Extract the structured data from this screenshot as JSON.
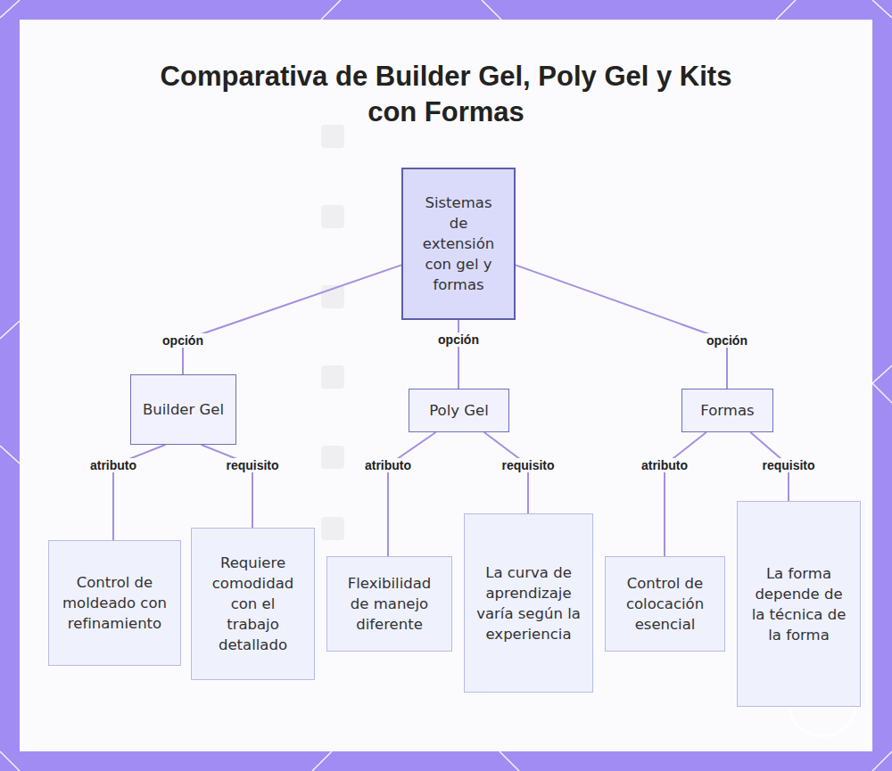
{
  "diagram": {
    "title": "Comparativa de Builder Gel, Poly Gel y Kits con Formas",
    "nodes": [
      {
        "text": [
          "Sistemas de extensión con gel y formas"
        ]
      },
      {
        "text": [
          "Builder Gel"
        ]
      },
      {
        "text": [
          "Poly Gel"
        ]
      },
      {
        "text": [
          "Formas"
        ]
      },
      {
        "text": [
          "Control de moldeado con refinamiento"
        ]
      },
      {
        "text": [
          "Requiere comodidad con el trabajo detallado"
        ]
      },
      {
        "text": [
          "Flexibilidad de manejo diferente"
        ]
      },
      {
        "text": [
          "La curva de aprendizaje varía según la experiencia"
        ]
      },
      {
        "text": [
          "Control de colocación esencial"
        ]
      },
      {
        "text": [
          "La forma depende de la técnica de la forma"
        ]
      }
    ],
    "edges": [
      {
        "from": 0,
        "to": 1,
        "label": "opción",
        "arrow": "none"
      },
      {
        "from": 0,
        "to": 2,
        "label": "opción",
        "arrow": "none"
      },
      {
        "from": 0,
        "to": 3,
        "label": "opción",
        "arrow": "none"
      },
      {
        "from": 1,
        "to": 4,
        "label": "atributo",
        "arrow": "none"
      },
      {
        "from": 1,
        "to": 5,
        "label": "requisito",
        "arrow": "none"
      },
      {
        "from": 2,
        "to": 6,
        "label": "atributo",
        "arrow": "none"
      },
      {
        "from": 2,
        "to": 7,
        "label": "requisito",
        "arrow": "none"
      },
      {
        "from": 3,
        "to": 8,
        "label": "atributo",
        "arrow": "none"
      },
      {
        "from": 3,
        "to": 9,
        "label": "requisito",
        "arrow": "none"
      }
    ]
  }
}
